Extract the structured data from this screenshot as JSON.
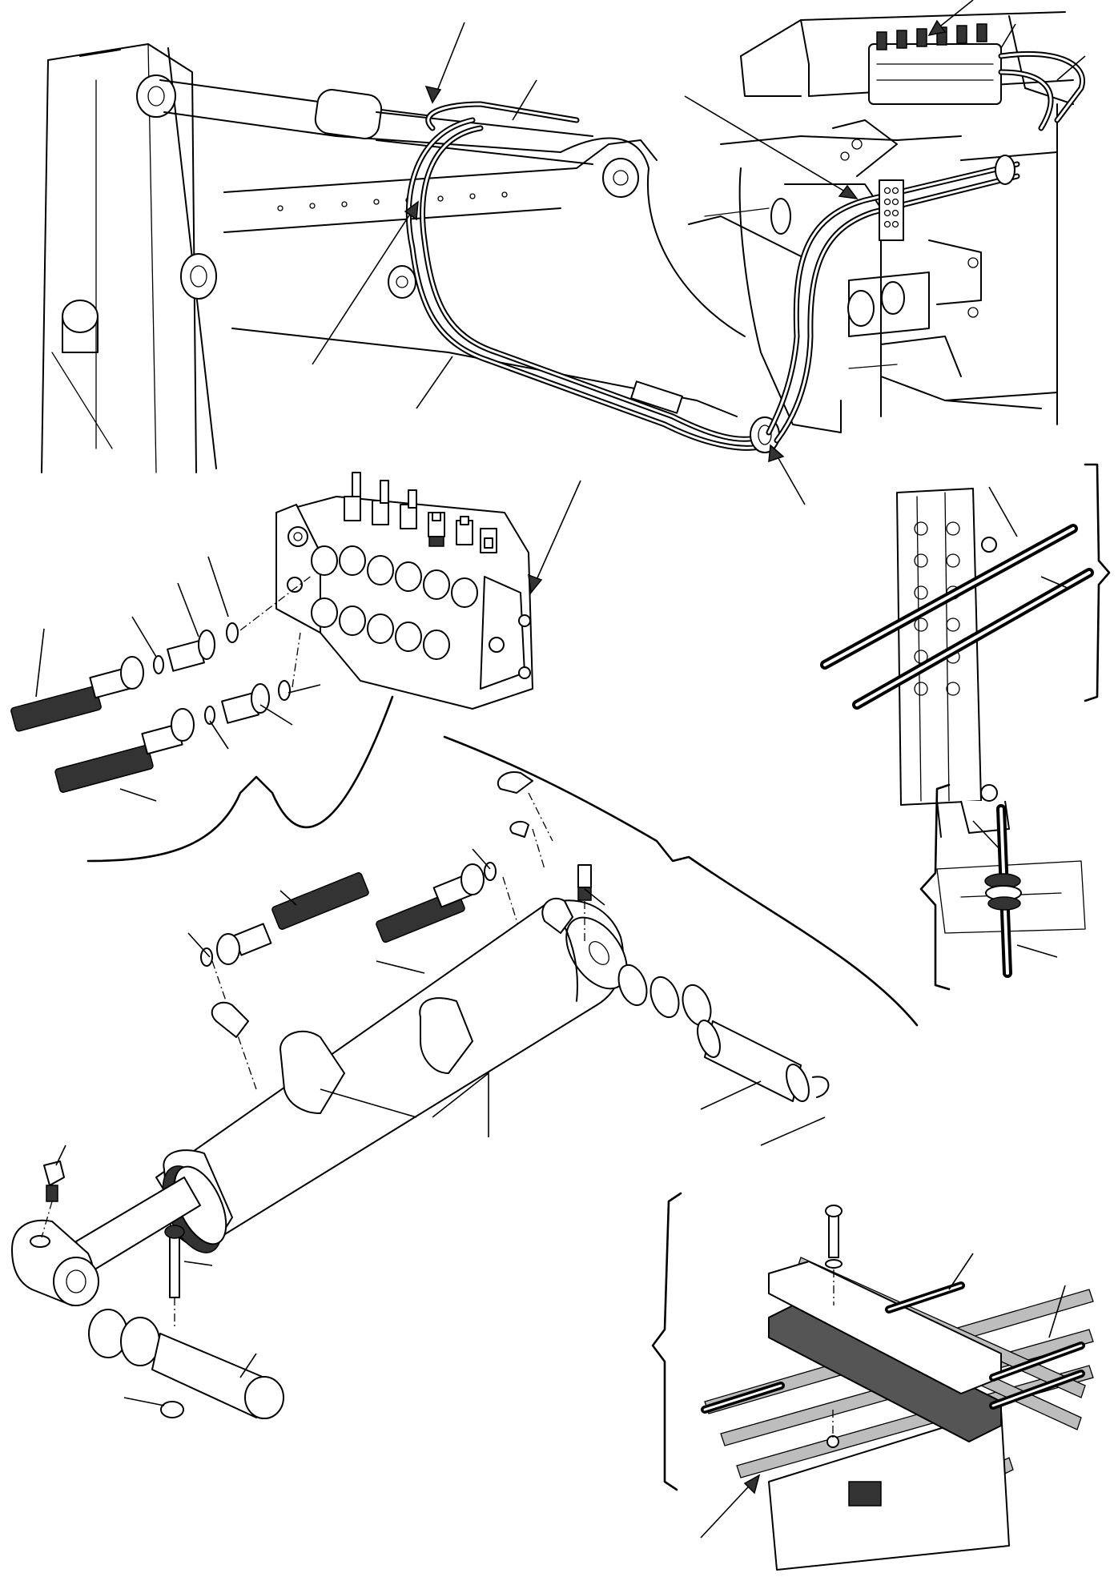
{
  "figure": {
    "description_visible_text": [],
    "views": [
      "boom-hose-routing",
      "control-valve-fittings",
      "hose-clamp-bracket",
      "hose-through-grommet",
      "dipper-cylinder-assembly",
      "hose-clamp-block"
    ]
  }
}
